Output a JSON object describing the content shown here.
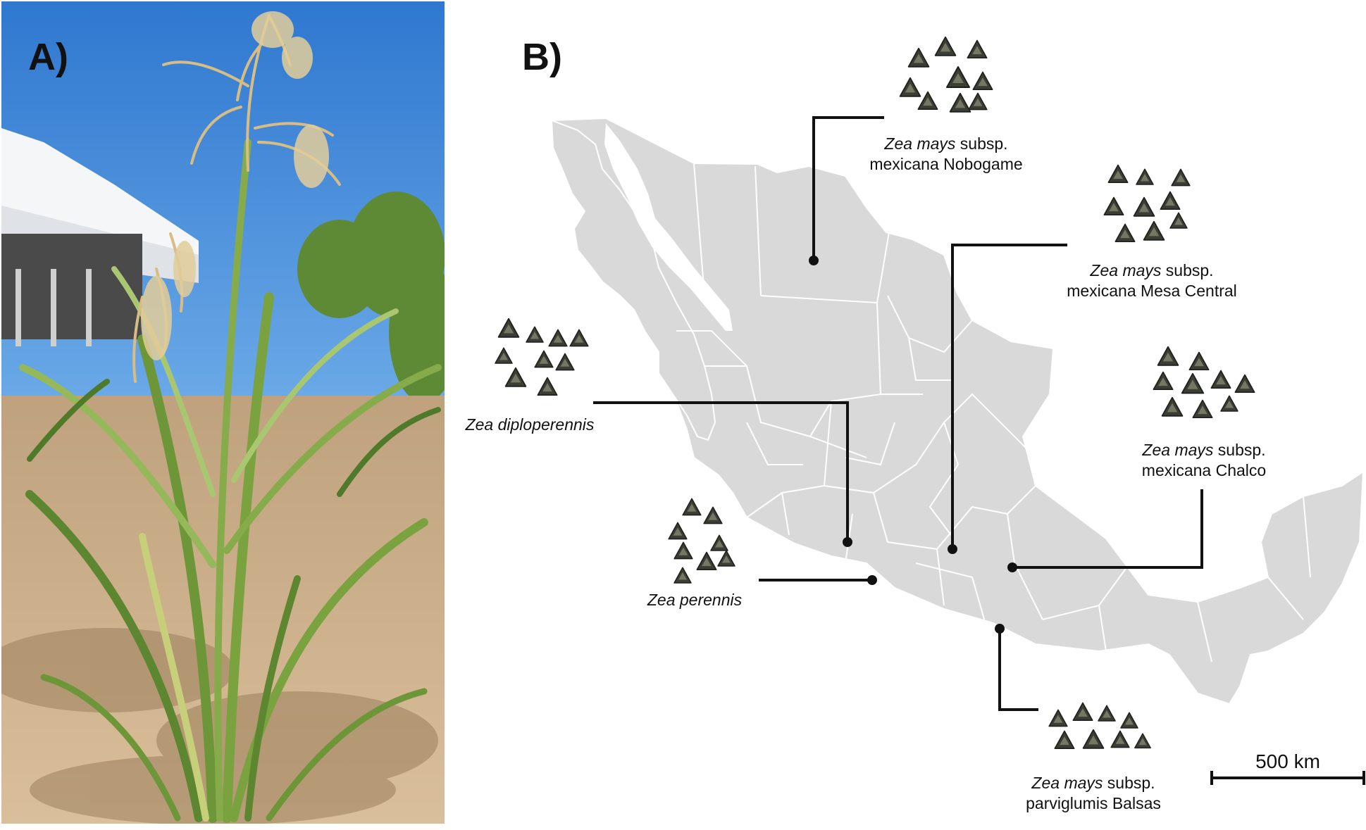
{
  "panels": {
    "a": {
      "letter": "A)"
    },
    "b": {
      "letter": "B)"
    }
  },
  "species": [
    {
      "genus": "Zea",
      "epithet": "mays",
      "rest": " subsp.",
      "line2": "mexicana Nobogame"
    },
    {
      "genus": "Zea",
      "epithet": "mays",
      "rest": " subsp.",
      "line2": "mexicana Mesa Central"
    },
    {
      "genus": "Zea",
      "epithet": "mays",
      "rest": " subsp.",
      "line2": "mexicana Chalco"
    },
    {
      "genus": "Zea",
      "epithet": "diploperennis",
      "rest": "",
      "line2": ""
    },
    {
      "genus": "Zea",
      "epithet": "perennis",
      "rest": "",
      "line2": ""
    },
    {
      "genus": "Zea",
      "epithet": "mays",
      "rest": " subsp.",
      "line2": "parviglumis Balsas"
    }
  ],
  "scale_bar": {
    "label": "500 km"
  },
  "colors": {
    "map_fill": "#d9d9d9",
    "map_border": "#ffffff",
    "sky": "#3f86d8",
    "soil": "#c9aa85",
    "leaf": "#6f9a3c",
    "tassel": "#d9c08a",
    "seed_dark": "#3b3e35",
    "seed_light": "#8a8a74"
  }
}
